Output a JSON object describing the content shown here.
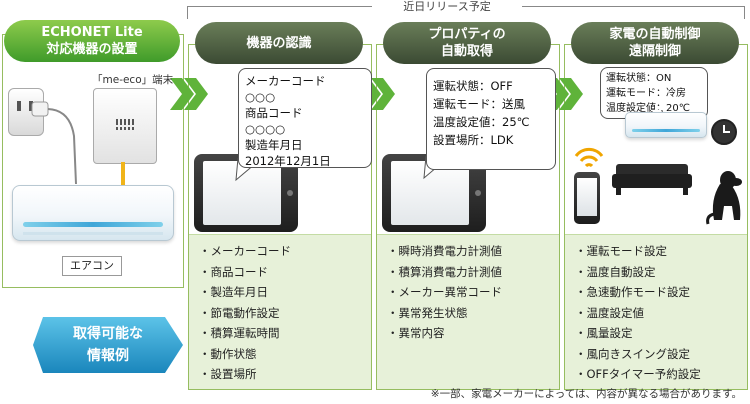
{
  "bracket_label": "近日リリース予定",
  "steps": [
    {
      "title_line1": "ECHONET Lite",
      "title_line2": "対応機器の設置"
    },
    {
      "title_line1": "機器の認識",
      "title_line2": ""
    },
    {
      "title_line1": "プロパティの",
      "title_line2": "自動取得"
    },
    {
      "title_line1": "家電の自動制御",
      "title_line2": "遠隔制御"
    }
  ],
  "device_label": "「me-eco」端末",
  "aircon_label": "エアコン",
  "callout_recognition": [
    "メーカーコード",
    "○○○",
    "商品コード",
    "○○○○",
    "製造年月日",
    "2012年12月1日"
  ],
  "callout_properties": [
    "運転状態：OFF",
    "運転モード：送風",
    "温度設定値：25℃",
    "設置場所：LDK"
  ],
  "callout_control": [
    "運転状態：ON",
    "運転モード：冷房",
    "温度設定値：20℃"
  ],
  "info_label_line1": "取得可能な",
  "info_label_line2": "情報例",
  "info_recognition": [
    "・メーカーコード",
    "・商品コード",
    "・製造年月日",
    "・節電動作設定",
    "・積算運転時間",
    "・動作状態",
    "・設置場所"
  ],
  "info_properties": [
    "・瞬時消費電力計測値",
    "・積算消費電力計測値",
    "・メーカー異常コード",
    "・異常発生状態",
    "・異常内容"
  ],
  "info_control": [
    "・運転モード設定",
    "・温度自動設定",
    "・急速動作モード設定",
    "・温度設定値",
    "・風量設定",
    "・風向きスイング設定",
    "・OFFタイマー予約設定"
  ],
  "footnote": "※一部、家電メーカーによっては、内容が異なる場合があります。",
  "colors": {
    "green": "#3f9b2a",
    "dark": "#3b4a33",
    "info_bg": "#e7f1d9",
    "badge": "#1f8fc0"
  }
}
